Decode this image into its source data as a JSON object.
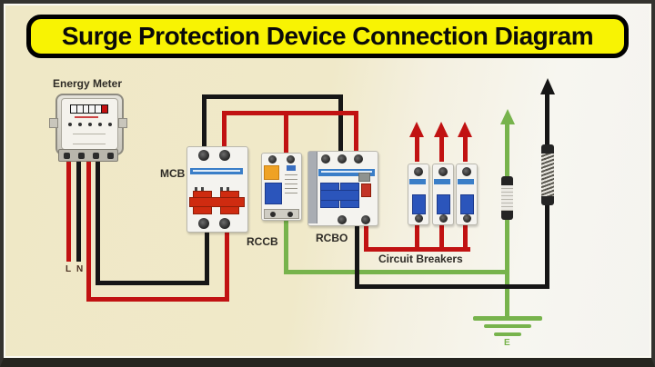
{
  "title": {
    "text": "Surge Protection Device Connection Diagram"
  },
  "diagram": {
    "components": {
      "energy_meter": {
        "label": "Energy Meter"
      },
      "mcb": {
        "label": "MCB"
      },
      "rccb": {
        "label": "RCCB"
      },
      "rcbo": {
        "label": "RCBO"
      },
      "circuit_breakers": {
        "label": "Circuit Breakers",
        "count": 3
      },
      "earth": {
        "label": "E"
      }
    },
    "supply_terminals": {
      "line_label": "L",
      "neutral_label": "N"
    },
    "colors": {
      "line_wire": "#c11212",
      "neutral_wire": "#161616",
      "earth_wire": "#77b34c",
      "banner_bg": "#f8f303",
      "banner_border": "#000000",
      "background_left": "#f0e9c9",
      "background_right": "#f6f5f0",
      "mcb_toggle": "#cf2b10",
      "rccb_button": "#efa224",
      "breaker_toggle": "#2b55bb"
    },
    "icons": [
      "up-arrow-red-icon",
      "up-arrow-green-icon",
      "up-arrow-black-icon",
      "ground-symbol-icon",
      "fuse-cartridge-icon",
      "surge-coil-icon"
    ]
  }
}
